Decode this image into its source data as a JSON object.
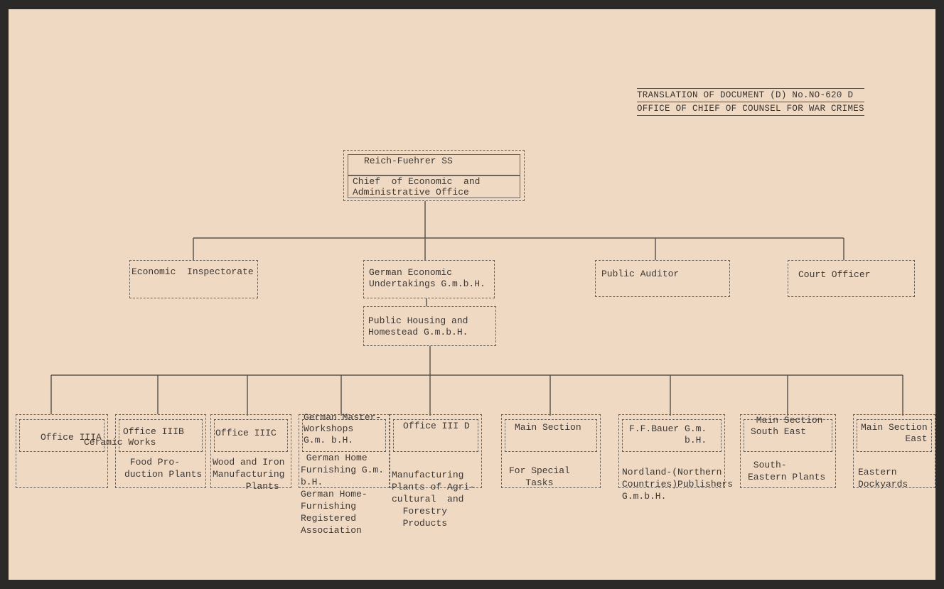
{
  "header": {
    "line1": "TRANSLATION OF  DOCUMENT (D) No.NO-620 D",
    "line2": "OFFICE OF CHIEF OF  COUNSEL  FOR WAR CRIMES"
  },
  "top": {
    "title": "Reich-Fuehrer SS",
    "subtitle": "Chief  of Economic  and\nAdministrative Office"
  },
  "level2": [
    {
      "label": "Economic  Inspectorate"
    },
    {
      "label": "German Economic\nUndertakings G.m.b.H."
    },
    {
      "label": "Public Auditor"
    },
    {
      "label": "Court Officer"
    }
  ],
  "housing": {
    "label": "Public Housing and\nHomestead G.m.b.H."
  },
  "bottom": [
    {
      "title": "Office IIIA",
      "desc": "Ceramic Works"
    },
    {
      "title": "Office IIIB",
      "desc": " Food Pro-\nduction Plants"
    },
    {
      "title": "Office IIIC",
      "desc": "Wood and Iron\nManufacturing\n      Plants"
    },
    {
      "title": "German Master-\nWorkshops\nG.m. b.H.",
      "desc": " German Home\nFurnishing G.m.\nb.H.\nGerman Home-\nFurnishing\nRegistered\nAssociation"
    },
    {
      "title": "Office III D",
      "desc": "Manufacturing\nPlants of Agri-\ncultural  and\n  Forestry\n  Products"
    },
    {
      "title": "Main Section",
      "desc": "For Special\n   Tasks"
    },
    {
      "title": "F.F.Bauer G.m.\n          b.H.",
      "desc": "Nordland-(Northern\nCountries)Publishers\nG.m.b.H."
    },
    {
      "title": " Main Section\nSouth East",
      "desc": " South-\nEastern Plants"
    },
    {
      "title": "Main Section\n        East",
      "desc": "Eastern\nDockyards"
    }
  ]
}
